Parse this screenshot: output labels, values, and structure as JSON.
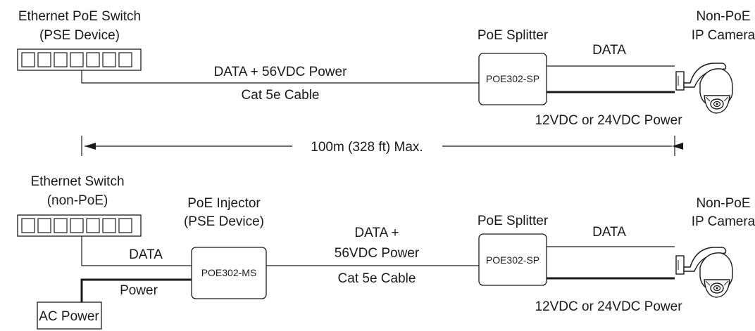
{
  "top": {
    "switch_title_line1": "Ethernet PoE Switch",
    "switch_title_line2": "(PSE Device)",
    "cable_data_label": "DATA + 56VDC Power",
    "cable_type_label": "Cat 5e Cable",
    "splitter_title": "PoE Splitter",
    "splitter_model": "POE302-SP",
    "data_label": "DATA",
    "power_label": "12VDC or 24VDC Power",
    "camera_title_line1": "Non-PoE",
    "camera_title_line2": "IP Camera"
  },
  "distance": {
    "label": "100m (328 ft) Max."
  },
  "bottom": {
    "switch_title_line1": "Ethernet Switch",
    "switch_title_line2": "(non-PoE)",
    "switch_data_label": "DATA",
    "switch_power_label": "Power",
    "ac_power_label": "AC Power",
    "injector_title_line1": "PoE Injector",
    "injector_title_line2": "(PSE Device)",
    "injector_model": "POE302-MS",
    "cable_data_label_line1": "DATA +",
    "cable_data_label_line2": "56VDC Power",
    "cable_type_label": "Cat 5e Cable",
    "splitter_title": "PoE Splitter",
    "splitter_model": "POE302-SP",
    "data_label": "DATA",
    "power_label": "12VDC or 24VDC Power",
    "camera_title_line1": "Non-PoE",
    "camera_title_line2": "IP Camera"
  },
  "icons": {
    "switch": "switch-ports-icon",
    "camera": "dome-camera-icon",
    "arrow": "double-arrow-icon"
  }
}
